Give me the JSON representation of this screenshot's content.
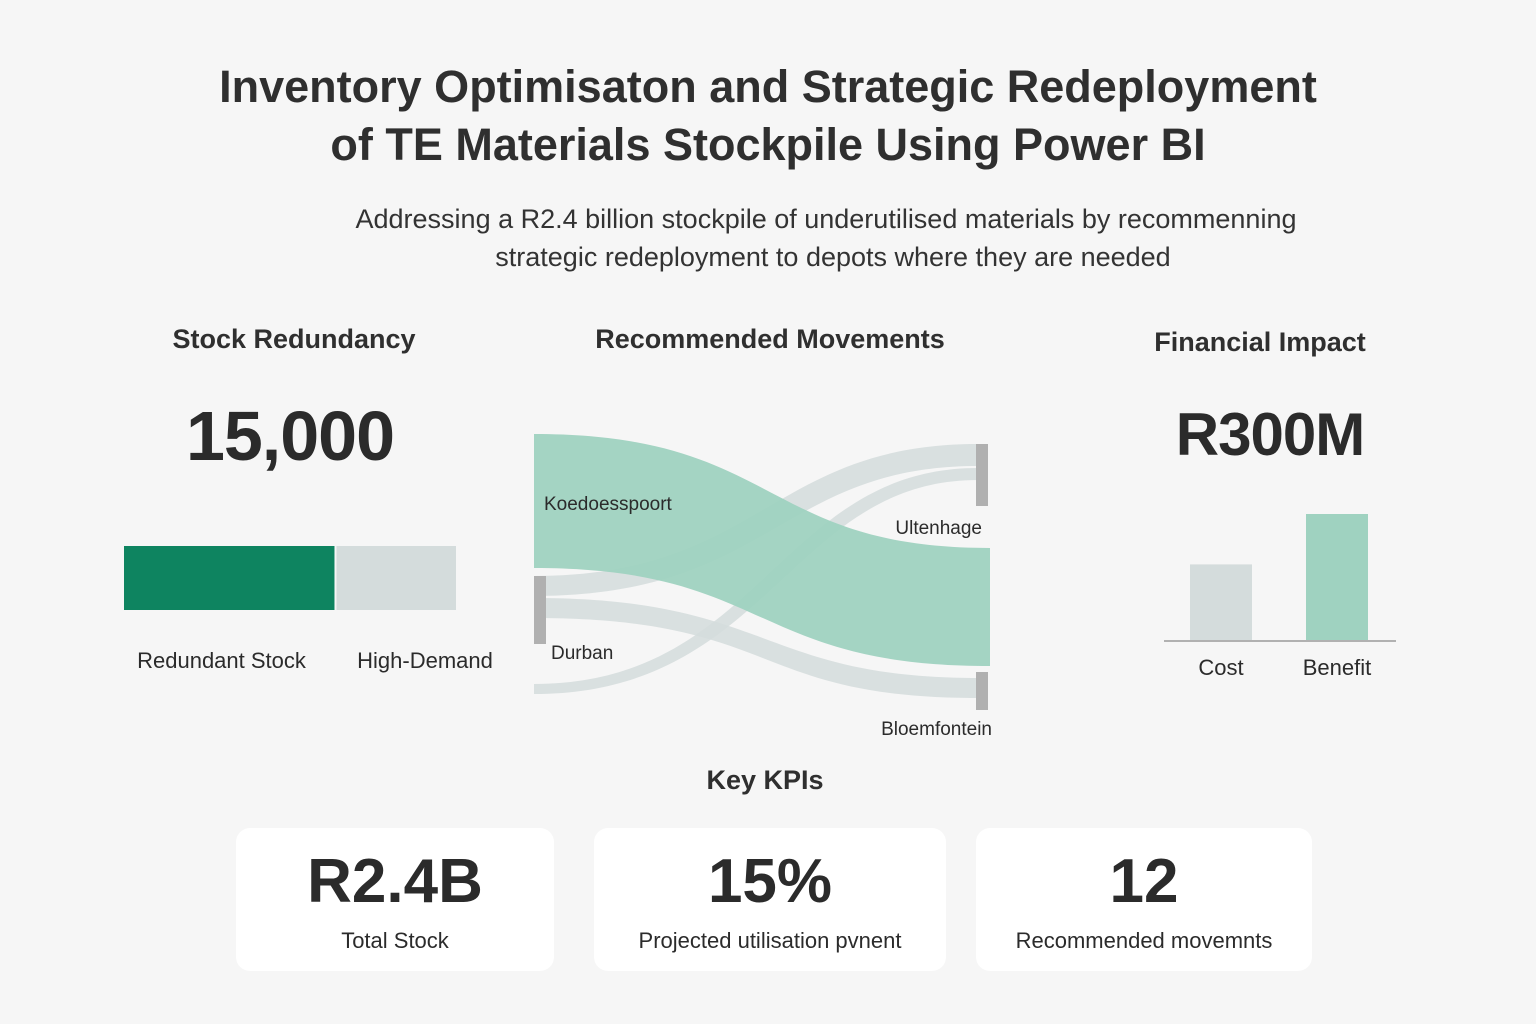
{
  "header": {
    "title_line1": "Inventory Optimisaton and Strategic Redeployment",
    "title_line2": "of TE Materials Stockpile Using Power BI",
    "subtitle_line1": "Addressing a R2.4 billion stockpile of underutilised materials by recommenning",
    "subtitle_line2": "strategic redeployment to depots where they are needed"
  },
  "stock_redundancy": {
    "title": "Stock Redundancy",
    "value": "15,000"
  },
  "movements": {
    "title": "Recommended Movements"
  },
  "financial": {
    "title": "Financial Impact",
    "value": "R300M"
  },
  "kpis": {
    "title": "Key KPIs",
    "cards": [
      {
        "value": "R2.4B",
        "label": "Total Stock"
      },
      {
        "value": "15%",
        "label": "Projected utilisation pvnent"
      },
      {
        "value": "12",
        "label": "Recommended movemnts"
      }
    ]
  },
  "colors": {
    "dark_green": "#0e8460",
    "light_green": "#9fd2c0",
    "light_grey": "#d4dcdc",
    "node_grey": "#b0b0b0"
  },
  "chart_data": [
    {
      "type": "bar",
      "orientation": "horizontal-stacked",
      "categories": [
        "Redundant Stock",
        "High-Demand"
      ],
      "values": [
        64,
        36
      ],
      "unit": "relative share (approx.)"
    },
    {
      "type": "sankey",
      "nodes": [
        "Koedoesspoort",
        "Durban",
        "Ultenhage",
        "Bloemfontein"
      ],
      "links": [
        {
          "source": "Koedoesspoort",
          "target": "Ultenhage",
          "value": 60
        },
        {
          "source": "Durban",
          "target": "Ultenhage",
          "value": 10
        },
        {
          "source": "Durban",
          "target": "Bloemfontein",
          "value": 9
        },
        {
          "source": "Durban",
          "target": "Ultenhage",
          "value": 5
        }
      ]
    },
    {
      "type": "bar",
      "categories": [
        "Cost",
        "Benefit"
      ],
      "values": [
        60,
        100
      ],
      "unit": "relative (approx.)"
    }
  ]
}
